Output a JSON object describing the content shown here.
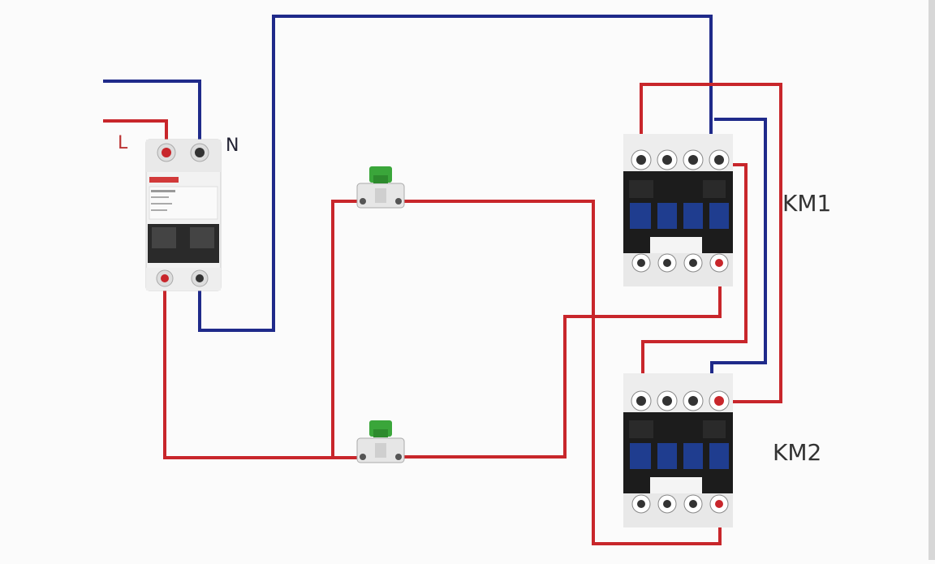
{
  "labels": {
    "live": "L",
    "neutral": "N",
    "contactor_1": "KM1",
    "contactor_2": "KM2"
  },
  "colors": {
    "live_wire": "#c8262b",
    "neutral_wire": "#1f2a8a",
    "breaker_body": "#f2f2f2",
    "contactor_body": "#1c1c1c",
    "contactor_blue": "#1f3d8f",
    "button_cap": "#3aa63a",
    "background": "#fbfbfb"
  },
  "icons": {
    "breaker": "circuit-breaker-icon",
    "button": "push-button-icon",
    "contactor": "contactor-icon"
  }
}
